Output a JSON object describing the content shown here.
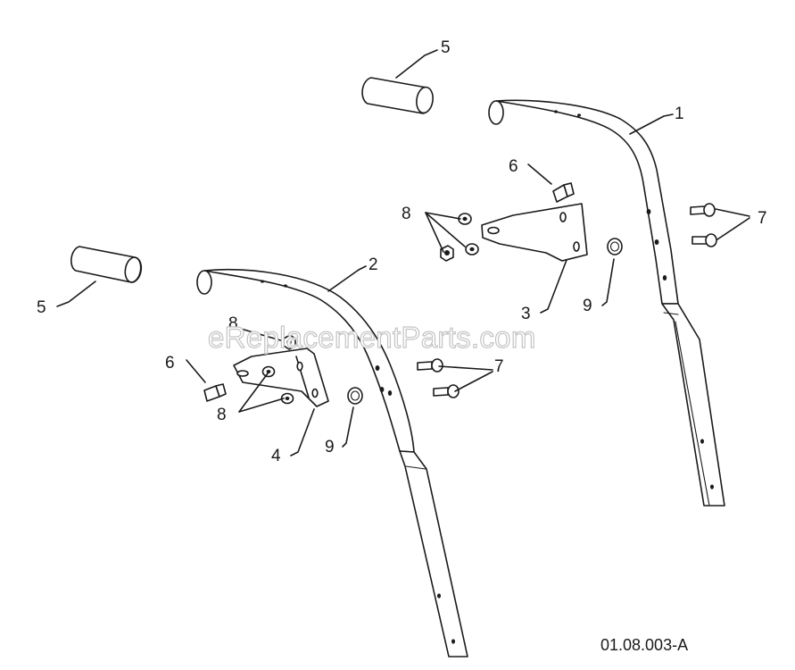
{
  "watermark": "eReplacementParts.com",
  "drawing_code": "01.08.003-A",
  "callouts": {
    "c1": "1",
    "c2": "2",
    "c3": "3",
    "c4": "4",
    "c5a": "5",
    "c5b": "5",
    "c6a": "6",
    "c6b": "6",
    "c7a": "7",
    "c7b": "7",
    "c8a": "8",
    "c8b": "8",
    "c8c": "8",
    "c9a": "9",
    "c9b": "9"
  }
}
